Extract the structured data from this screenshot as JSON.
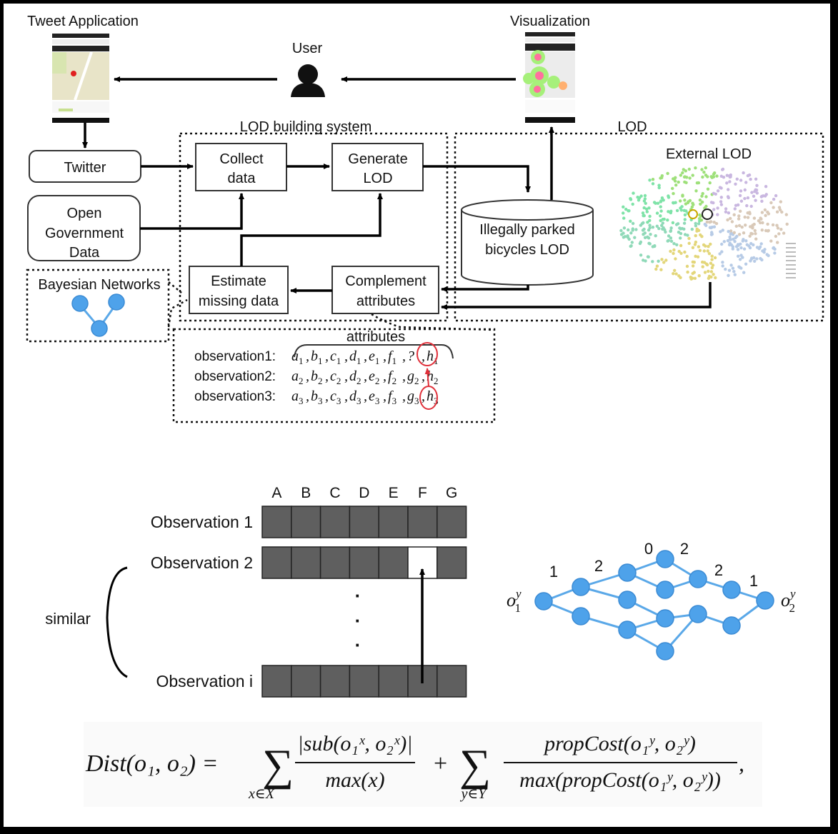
{
  "top_diagram": {
    "tweet_app_label": "Tweet Application",
    "visualization_label": "Visualization",
    "user_label": "User",
    "lod_building_system_label": "LOD building system",
    "lod_label": "LOD",
    "twitter": "Twitter",
    "open_gov_data": [
      "Open",
      "Government",
      "Data"
    ],
    "collect_data": [
      "Collect",
      "data"
    ],
    "generate_lod": [
      "Generate",
      "LOD"
    ],
    "estimate_missing": [
      "Estimate",
      "missing data"
    ],
    "complement_attributes": [
      "Complement",
      "attributes"
    ],
    "database": [
      "Illegally parked",
      "bicycles LOD"
    ],
    "external_lod": "External LOD",
    "bayesian_networks": "Bayesian Networks",
    "attributes_label": "attributes",
    "observations": [
      {
        "label": "observation1:",
        "values": [
          "a",
          "b",
          "c",
          "d",
          "e",
          "f",
          "?",
          "h"
        ],
        "index": "1"
      },
      {
        "label": "observation2:",
        "values": [
          "a",
          "b",
          "c",
          "d",
          "e",
          "f",
          "g",
          "h"
        ],
        "index": "2"
      },
      {
        "label": "observation3:",
        "values": [
          "a",
          "b",
          "c",
          "d",
          "e",
          "f",
          "g",
          "h"
        ],
        "index": "3"
      }
    ],
    "highlight_color": "#e0303a"
  },
  "matrix": {
    "columns": [
      "A",
      "B",
      "C",
      "D",
      "E",
      "F",
      "G"
    ],
    "rows": [
      {
        "label": "Observation 1",
        "missing_column": null
      },
      {
        "label": "Observation 2",
        "missing_column": "F"
      },
      {
        "label": "Observation i",
        "missing_column": null
      }
    ],
    "ellipsis": "·",
    "similar_label": "similar"
  },
  "graph": {
    "start_label": "o",
    "start_sub": "1",
    "end_label": "o",
    "end_sub": "2",
    "sup": "y",
    "edge_weights": [
      "1",
      "2",
      "0",
      "2",
      "2",
      "1"
    ],
    "node_color": "#4ea2ea"
  },
  "formula": {
    "lhs": "Dist(o₁, o₂) =",
    "sum1_index": "x∈X",
    "frac1_num": "|sub(o₁ˣ, o₂ˣ)|",
    "frac1_den": "max(x)",
    "plus": "+",
    "sum2_index": "y∈Y",
    "frac2_num": "propCost(o₁ʸ, o₂ʸ)",
    "frac2_den": "max(propCost(o₁ʸ, o₂ʸ))",
    "trailing": ","
  }
}
